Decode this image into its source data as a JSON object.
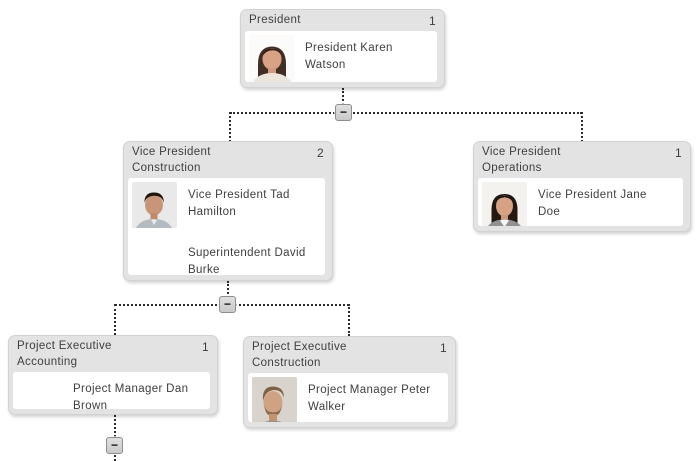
{
  "chart": {
    "type": "org-chart",
    "background": "#ffffff"
  },
  "colors": {
    "node_header_bg": "#e3e3e3",
    "node_body_bg": "#ffffff",
    "node_border": "#d2d2d2",
    "text": "#3e3e3e",
    "connector": "#2b2b2b",
    "button_bg": "#d4d4d4",
    "button_border": "#8e8e8e"
  },
  "nodes": [
    {
      "id": "president",
      "title": "President",
      "count": "1",
      "children": [
        "vp-construction",
        "vp-operations"
      ],
      "members": [
        {
          "name": "President Karen\nWatson",
          "photo": "portrait-woman-dark-hair"
        }
      ]
    },
    {
      "id": "vp-construction",
      "title": "Vice President\nConstruction",
      "count": "2",
      "children": [
        "pe-accounting",
        "pe-construction"
      ],
      "members": [
        {
          "name": "Vice President Tad\nHamilton",
          "photo": "portrait-man-short-dark-hair"
        },
        {
          "name": "Superintendent David\nBurke",
          "photo": null
        }
      ]
    },
    {
      "id": "vp-operations",
      "title": "Vice President\nOperations",
      "count": "1",
      "children": [],
      "members": [
        {
          "name": "Vice President Jane\nDoe",
          "photo": "portrait-woman-gray-blazer"
        }
      ]
    },
    {
      "id": "pe-accounting",
      "title": "Project Executive\nAccounting",
      "count": "1",
      "children": [
        "(collapsed subtree below, cut off at image edge)"
      ],
      "members": [
        {
          "name": "Project Manager Dan\nBrown",
          "photo": null
        }
      ]
    },
    {
      "id": "pe-construction",
      "title": "Project Executive\nConstruction",
      "count": "1",
      "children": [],
      "members": [
        {
          "name": "Project Manager Peter\nWalker",
          "photo": "portrait-man-beard"
        }
      ]
    }
  ],
  "collapse_buttons": [
    {
      "symbol": "−",
      "state": "expanded",
      "parent": "president"
    },
    {
      "symbol": "−",
      "state": "expanded",
      "parent": "vp-construction"
    },
    {
      "symbol": "−",
      "state": "expanded",
      "parent": "pe-accounting"
    }
  ]
}
